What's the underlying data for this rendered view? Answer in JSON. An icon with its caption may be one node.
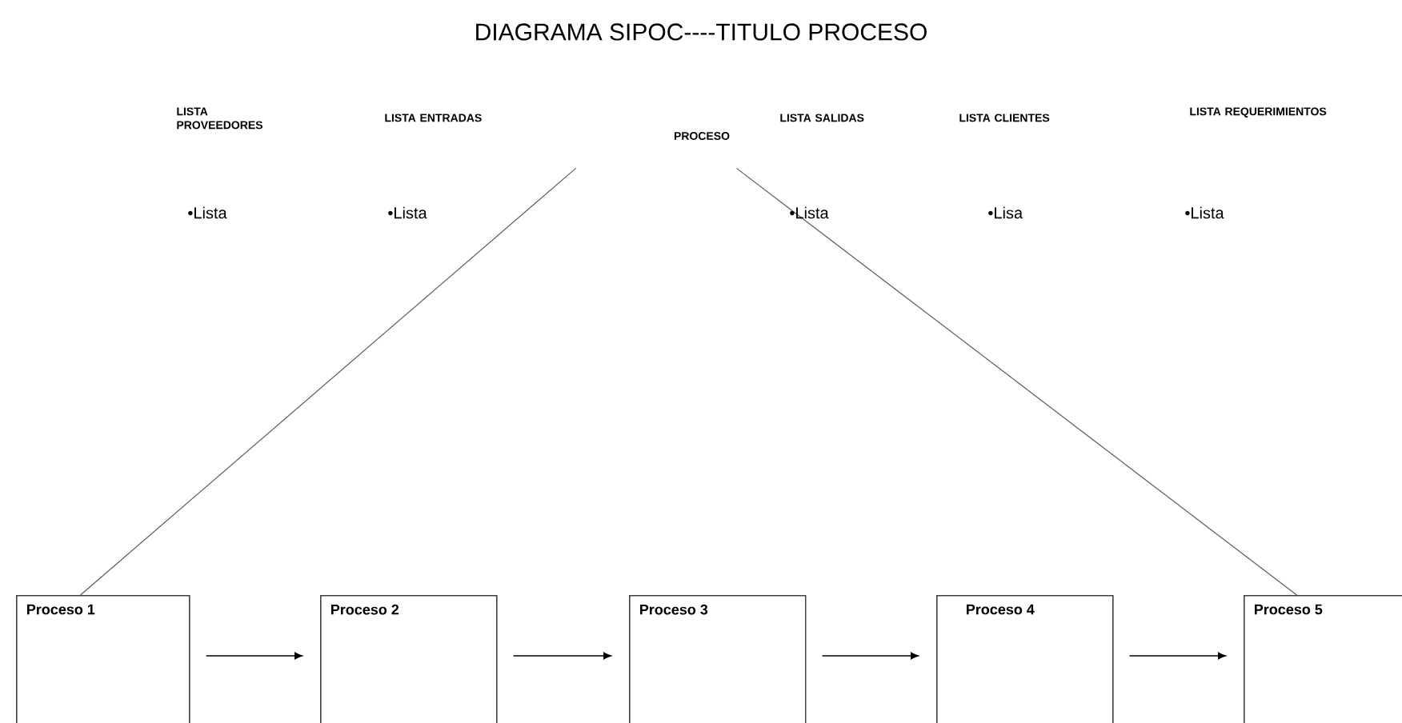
{
  "diagram": {
    "title": "DIAGRAMA SIPOC----TITULO PROCESO",
    "nodes": [
      {
        "text": [
          "PROCESO"
        ]
      },
      {
        "text": [
          "Proceso 1"
        ]
      },
      {
        "text": [
          "Proceso 2"
        ]
      },
      {
        "text": [
          "Proceso 3"
        ]
      },
      {
        "text": [
          "Proceso 4"
        ]
      },
      {
        "text": [
          "Proceso 5"
        ]
      }
    ],
    "edges": [
      {
        "from": 0,
        "to": 1,
        "arrow": "none"
      },
      {
        "from": 0,
        "to": 5,
        "arrow": "none"
      },
      {
        "from": 1,
        "to": 2,
        "arrow": "to"
      },
      {
        "from": 2,
        "to": 3,
        "arrow": "to"
      },
      {
        "from": 3,
        "to": 4,
        "arrow": "to"
      },
      {
        "from": 4,
        "to": 5,
        "arrow": "to"
      }
    ],
    "labels": [
      "LISTA PROVEEDORES",
      "LISTA ENTRADAS",
      "LISTA SALIDAS",
      "LISTA CLIENTES",
      "LISTA REQUERIMIENTOS",
      "•Lista",
      "•Lista",
      "•Lista",
      "•Lisa",
      "•Lista"
    ]
  }
}
